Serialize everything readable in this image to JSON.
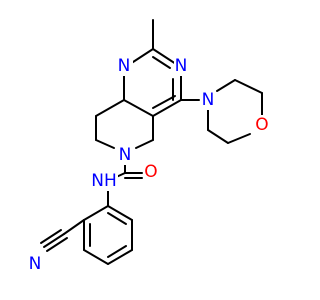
{
  "molecule": {
    "atoms": {
      "n_top_left": {
        "text": "N",
        "color": "#0000ff"
      },
      "n_top_right": {
        "text": "N",
        "color": "#0000ff"
      },
      "n_morpholine": {
        "text": "N",
        "color": "#0000ff"
      },
      "o_morpholine": {
        "text": "O",
        "color": "#ff0000"
      },
      "n_ring_amide": {
        "text": "N",
        "color": "#0000ff"
      },
      "nh_amide": {
        "text": "NH",
        "color": "#0000ff"
      },
      "o_carbonyl": {
        "text": "O",
        "color": "#ff0000"
      },
      "n_nitrile": {
        "text": "N",
        "color": "#0000ff"
      }
    }
  }
}
